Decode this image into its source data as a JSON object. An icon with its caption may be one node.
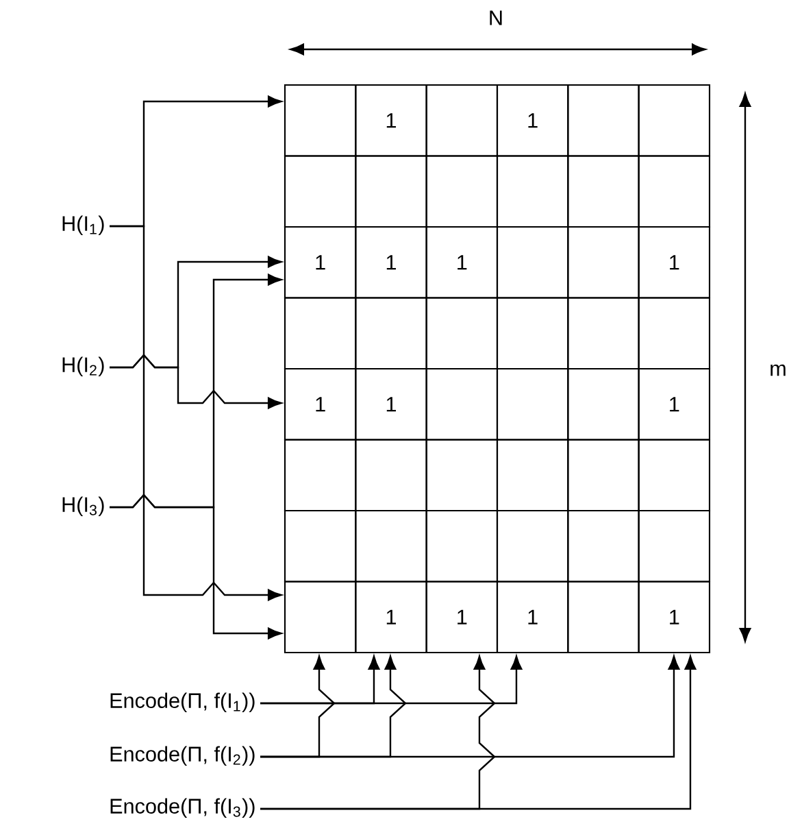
{
  "diagram": {
    "nodes": [
      {
        "text": [
          "H(I$_{1}$)"
        ]
      },
      {
        "text": [
          "H(I$_{2}$)"
        ]
      },
      {
        "text": [
          "H(I$_{3}$)"
        ]
      },
      {
        "text": [],
        "shape": "box"
      },
      {
        "text": [
          "1"
        ]
      },
      {
        "text": [],
        "shape": "box"
      },
      {
        "text": [
          "1"
        ]
      },
      {
        "text": [],
        "shape": "box"
      },
      {
        "text": [],
        "shape": "box"
      },
      {
        "text": [],
        "shape": "box"
      },
      {
        "text": [],
        "shape": "box"
      },
      {
        "text": [],
        "shape": "box"
      },
      {
        "text": [],
        "shape": "box"
      },
      {
        "text": [],
        "shape": "box"
      },
      {
        "text": [],
        "shape": "box"
      },
      {
        "text": [
          "1"
        ]
      },
      {
        "text": [
          "1"
        ]
      },
      {
        "text": [
          "1"
        ]
      },
      {
        "text": [],
        "shape": "box"
      },
      {
        "text": [],
        "shape": "box"
      },
      {
        "text": [
          "1"
        ]
      },
      {
        "text": [],
        "shape": "box"
      },
      {
        "text": [],
        "shape": "box"
      },
      {
        "text": [],
        "shape": "box"
      },
      {
        "text": [],
        "shape": "box"
      },
      {
        "text": [],
        "shape": "box"
      },
      {
        "text": [],
        "shape": "box"
      },
      {
        "text": [
          "1"
        ]
      },
      {
        "text": [
          "1"
        ]
      },
      {
        "text": [],
        "shape": "box"
      },
      {
        "text": [],
        "shape": "box"
      },
      {
        "text": [],
        "shape": "box"
      },
      {
        "text": [
          "1"
        ]
      },
      {
        "text": [],
        "shape": "box"
      },
      {
        "text": [],
        "shape": "box"
      },
      {
        "text": [],
        "shape": "box"
      },
      {
        "text": [],
        "shape": "box"
      },
      {
        "text": [],
        "shape": "box"
      },
      {
        "text": [],
        "shape": "box"
      },
      {
        "text": [],
        "shape": "box"
      },
      {
        "text": [],
        "shape": "box"
      },
      {
        "text": [],
        "shape": "box"
      },
      {
        "text": [],
        "shape": "box"
      },
      {
        "text": [],
        "shape": "box"
      },
      {
        "text": [],
        "shape": "box"
      },
      {
        "text": [],
        "shape": "box"
      },
      {
        "text": [
          "1"
        ]
      },
      {
        "text": [
          "1"
        ]
      },
      {
        "text": [
          "1"
        ]
      },
      {
        "text": [],
        "shape": "box"
      },
      {
        "text": [
          "1"
        ]
      },
      {
        "text": [
          "Encode(Π, f(I$_{1}$))"
        ]
      },
      {
        "text": [
          "Encode(Π, f(I$_{2}$))"
        ]
      },
      {
        "text": [
          "Encode(Π, f(I$_{3}$))"
        ]
      }
    ],
    "edges": [
      {
        "from": 0,
        "to": 3,
        "arrow": "to"
      },
      {
        "from": 0,
        "to": 45,
        "arrow": "to"
      },
      {
        "from": 1,
        "to": 15,
        "arrow": "to"
      },
      {
        "from": 1,
        "to": 27,
        "arrow": "to"
      },
      {
        "from": 2,
        "to": 15,
        "arrow": "to"
      },
      {
        "from": 2,
        "to": 45,
        "arrow": "to"
      },
      {
        "from": 51,
        "to": 46,
        "arrow": "to"
      },
      {
        "from": 51,
        "to": 48,
        "arrow": "to"
      },
      {
        "from": 52,
        "to": 45,
        "arrow": "to"
      },
      {
        "from": 52,
        "to": 46,
        "arrow": "to"
      },
      {
        "from": 52,
        "to": 50,
        "arrow": "to"
      },
      {
        "from": 53,
        "to": 47,
        "arrow": "to"
      },
      {
        "from": 53,
        "to": 50,
        "arrow": "to"
      }
    ],
    "labels": [
      "N",
      "m"
    ]
  }
}
